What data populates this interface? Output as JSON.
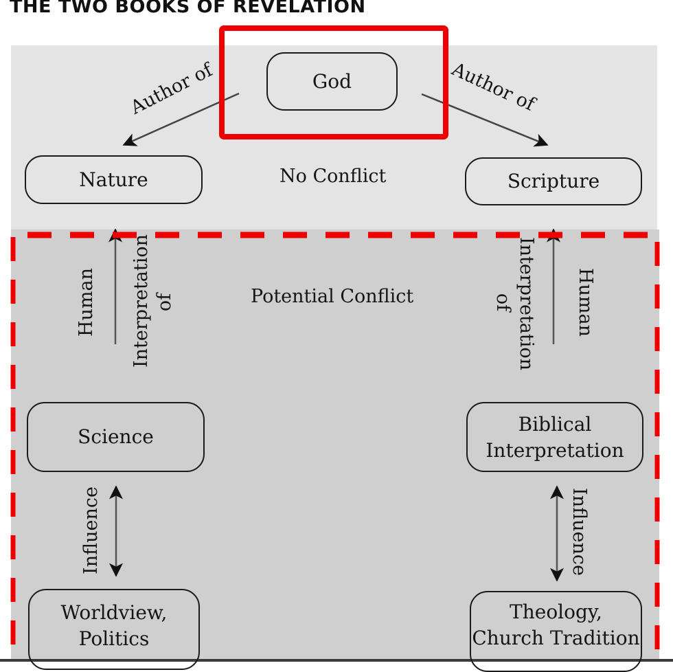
{
  "title": "THE TWO BOOKS OF REVELATION",
  "colors": {
    "highlight_red": "#ee0000",
    "top_panel_bg": "#e4e4e4",
    "bottom_panel_bg": "#cfcfcf",
    "line": "#1a1a1a"
  },
  "nodes": {
    "god": "God",
    "nature": "Nature",
    "scripture": "Scripture",
    "science": "Science",
    "biblical_interpretation": "Biblical\nInterpretation",
    "worldview": "Worldview,\nPolitics",
    "theology": "Theology,\nChurch Tradition"
  },
  "edges": {
    "author_of_left": "Author of",
    "author_of_right": "Author of",
    "human_left": "Human",
    "interpretation_of_left": "Interpretation\nof",
    "human_right": "Human",
    "interpretation_of_right": "Interpretation\nof",
    "influence_left": "Influence",
    "influence_right": "Influence"
  },
  "regions": {
    "no_conflict": "No Conflict",
    "potential_conflict": "Potential Conflict"
  }
}
